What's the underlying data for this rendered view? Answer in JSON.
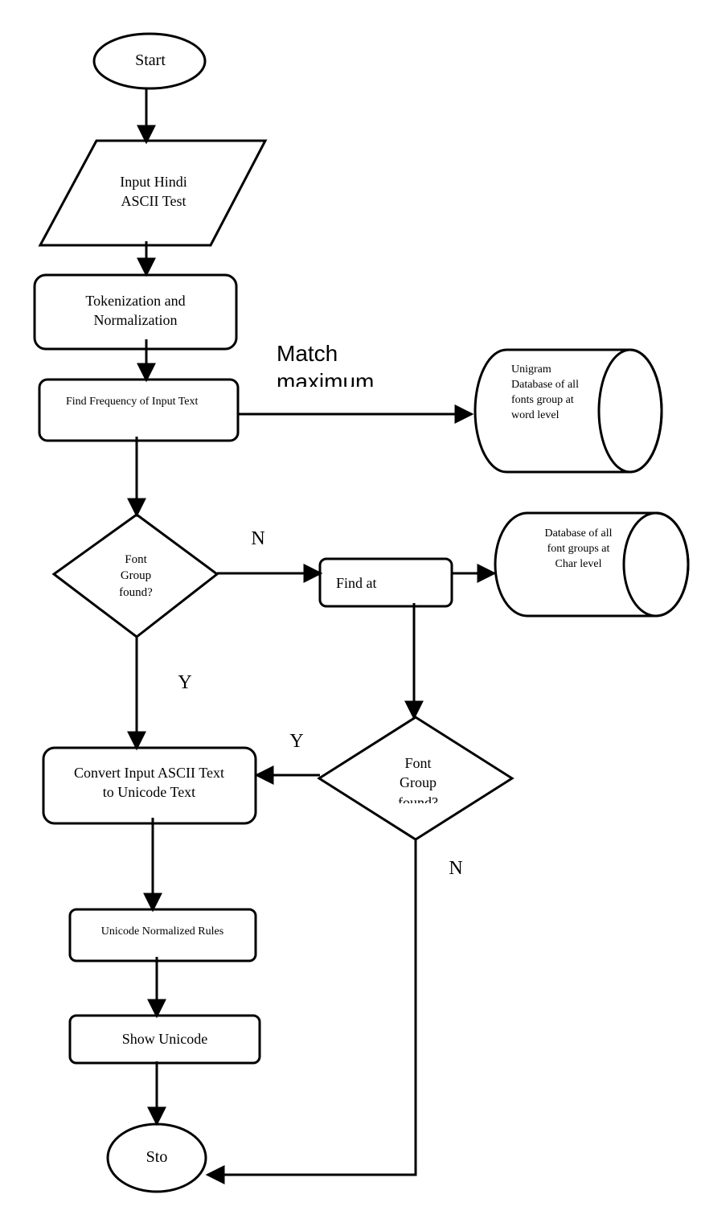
{
  "flowchart": {
    "start": "Start",
    "input": "Input Hindi ASCII Test",
    "tokenize": "Tokenization and Normalization",
    "frequency": "Find Frequency of Input Text",
    "unigram_db": "Unigram Database of all fonts group at word level",
    "match_note": "Match maximum",
    "decision1": "Font Group found?",
    "find_at": "Find at",
    "char_db": "Database of all font groups at Char level",
    "decision2": "Font Group found?",
    "convert": "Convert Input ASCII Text to Unicode Text",
    "unicode_rules": "Unicode Normalized Rules",
    "show": "Show Unicode",
    "stop": "Sto",
    "labels": {
      "d1_no": "N",
      "d1_yes": "Y",
      "d2_yes": "Y",
      "d2_no": "N"
    }
  }
}
